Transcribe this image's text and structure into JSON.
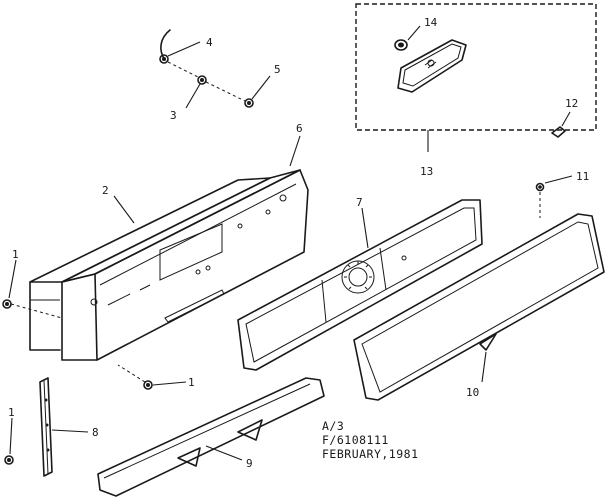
{
  "callouts": {
    "c1a": "1",
    "c1b": "1",
    "c1c": "1",
    "c2": "2",
    "c3": "3",
    "c4": "4",
    "c5": "5",
    "c6": "6",
    "c7": "7",
    "c8": "8",
    "c9": "9",
    "c10": "10",
    "c11": "11",
    "c12": "12",
    "c13": "13",
    "c14": "14"
  },
  "caption": {
    "line1": "A/3",
    "line2": "F/6108111",
    "line3": "FEBRUARY,1981"
  }
}
